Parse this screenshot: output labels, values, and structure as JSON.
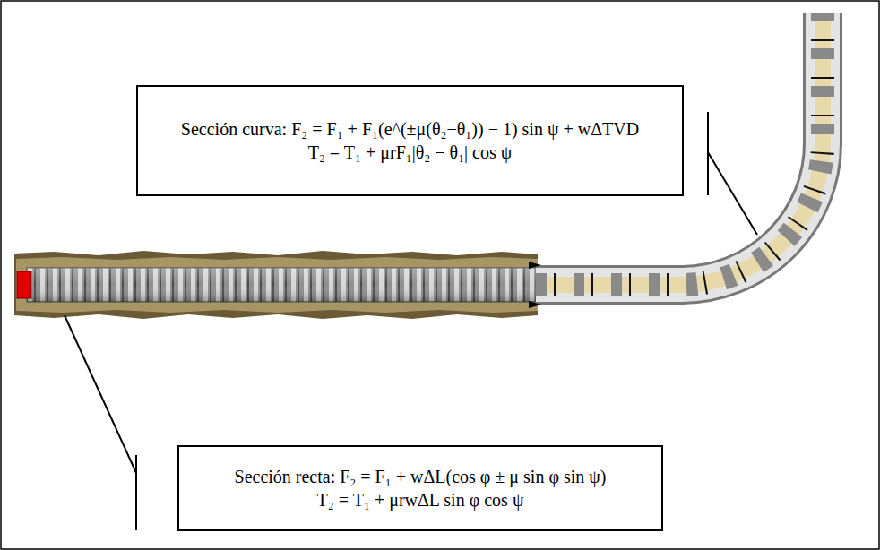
{
  "diagram": {
    "nodes": [
      {
        "text": [
          "Sección curva: F₂ = F₁ + F₁(e^(±μ(θ₂−θ₁)) − 1) sin ψ + wΔTVD",
          "T₂ = T₁ + μrF₁|θ₂ − θ₁| cos ψ"
        ]
      },
      {
        "text": [
          "Sección recta: F₂ = F₁ + wΔL(cos φ ± μ sin φ sin ψ)",
          "T₂ = T₁ + μrwΔL sin φ cos ψ"
        ]
      }
    ]
  }
}
